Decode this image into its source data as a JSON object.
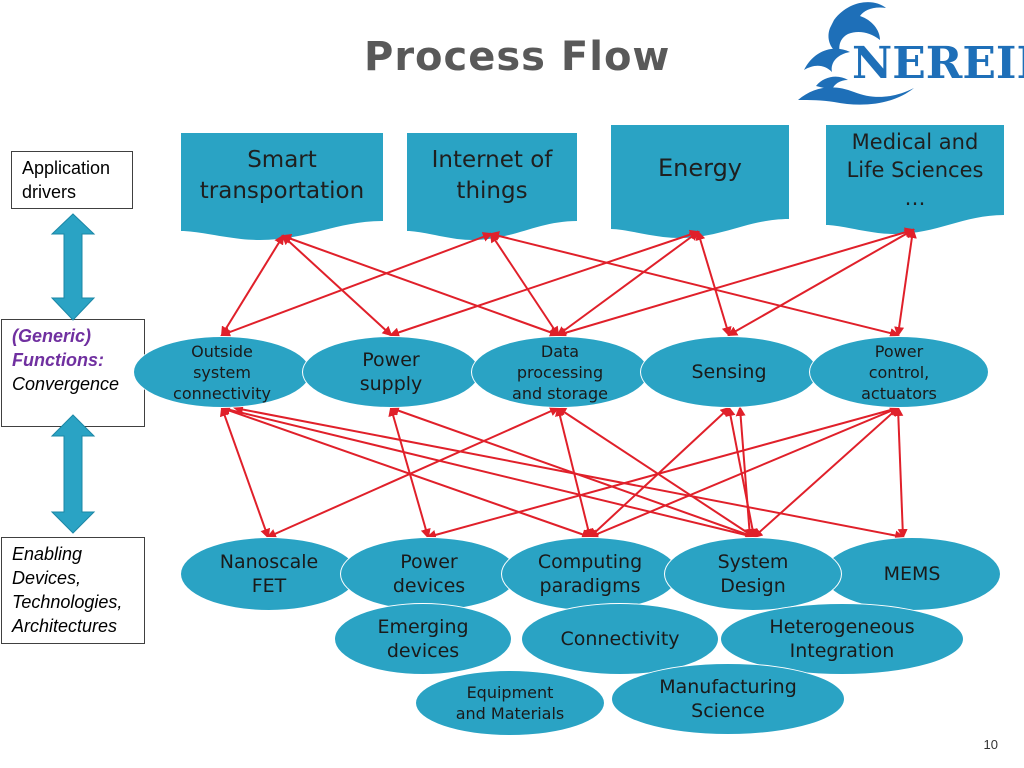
{
  "title": "Process Flow",
  "logo": {
    "text": "NEREID"
  },
  "side_labels": {
    "application_drivers": "Application\ndrivers",
    "generic_title": "(Generic)\nFunctions:",
    "generic_sub": "Convergence",
    "enabling": "Enabling\nDevices,\nTechnologies,\nArchitectures"
  },
  "drivers": [
    "Smart\ntransportation",
    "Internet of\nthings",
    "Energy",
    "Medical and\nLife Sciences\n…"
  ],
  "functions": [
    "Outside\nsystem\nconnectivity",
    "Power\nsupply",
    "Data\nprocessing\nand storage",
    "Sensing",
    "Power\ncontrol,\nactuators"
  ],
  "enablers": [
    "Nanoscale\nFET",
    "Power\ndevices",
    "Computing\nparadigms",
    "System\nDesign",
    "MEMS",
    "Emerging\ndevices",
    "Connectivity",
    "Heterogeneous\nIntegration",
    "Equipment\nand Materials",
    "Manufacturing\nScience"
  ],
  "page_number": "10",
  "colors": {
    "shape_fill": "#2aa3c4",
    "arrow": "#e0202a",
    "generic_purple": "#7030a0"
  }
}
